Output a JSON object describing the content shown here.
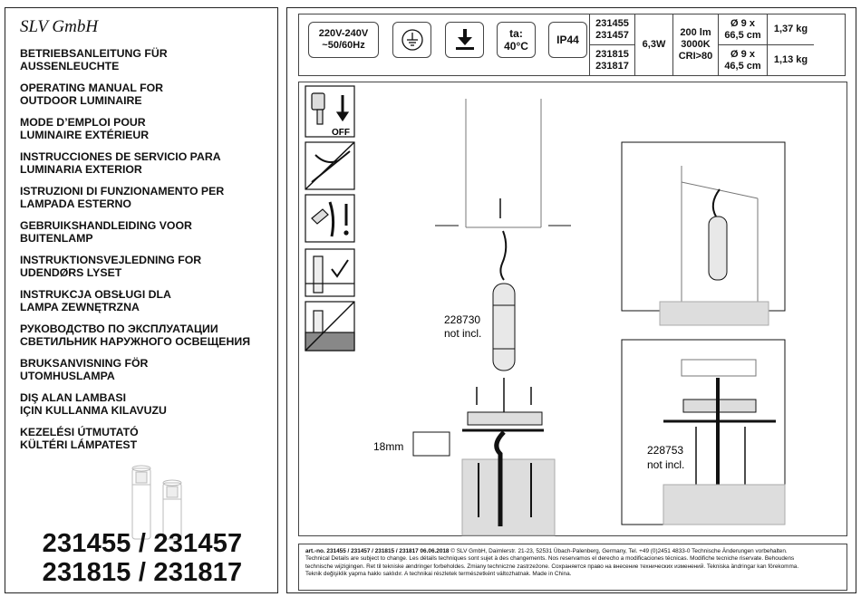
{
  "brand": "SLV GmbH",
  "manual_titles": [
    [
      "BETRIEBSANLEITUNG FÜR",
      "AUSSENLEUCHTE"
    ],
    [
      "OPERATING MANUAL FOR",
      "OUTDOOR LUMINAIRE"
    ],
    [
      "MODE D’EMPLOI POUR",
      "LUMINAIRE EXTÉRIEUR"
    ],
    [
      "INSTRUCCIONES DE SERVICIO PARA",
      "LUMINARIA EXTERIOR"
    ],
    [
      "ISTRUZIONI DI FUNZIONAMENTO PER",
      "LAMPADA ESTERNO"
    ],
    [
      "GEBRUIKSHANDLEIDING VOOR",
      "BUITENLAMP"
    ],
    [
      "INSTRUKTIONSVEJLEDNING FOR",
      "UDENDØRS LYSET"
    ],
    [
      "INSTRUKCJA OBSŁUGI DLA",
      "LAMPA ZEWNĘTRZNA"
    ],
    [
      "РУКОВОДСТВО ПО ЭКСПЛУАТАЦИИ",
      "СВЕТИЛЬНИК НАРУЖНОГО ОСВЕЩЕНИЯ"
    ],
    [
      "BRUKSANVISNING FÖR",
      "UTOMHUSLAMPA"
    ],
    [
      "DIŞ ALAN LAMBASI",
      "IÇIN KULLANMA KILAVUZU"
    ],
    [
      "KEZELÉSI ÚTMUTATÓ",
      "KÜLTÉRI LÁMPATEST"
    ]
  ],
  "article_numbers": [
    "231455 / 231457",
    "231815 / 231817"
  ],
  "specs": {
    "voltage": [
      "220V-240V",
      "~50/60Hz"
    ],
    "ta_label": "ta:",
    "ta_value": "40°C",
    "ip": "IP44",
    "article_groups": [
      [
        "231455",
        "231457"
      ],
      [
        "231815",
        "231817"
      ]
    ],
    "power": "6,3W",
    "light": [
      "200 lm",
      "3000K",
      "CRI>80"
    ],
    "dimensions": [
      [
        "Ø 9 x",
        "66,5 cm"
      ],
      [
        "Ø 9 x",
        "46,5 cm"
      ]
    ],
    "weights": [
      "1,37 kg",
      "1,13 kg"
    ],
    "icons": [
      "protective-earth-icon",
      "surface-mount-icon"
    ]
  },
  "steps": {
    "switch_label": "OFF",
    "parts": [
      {
        "number": "228730",
        "note": "not incl."
      },
      {
        "number": "228753",
        "note": "not incl."
      }
    ],
    "depth": "18mm"
  },
  "footer": {
    "line1_bold": "art.-no. 231455 / 231457 / 231815 / 231817",
    "line1_date": "06.06.2018",
    "line1_rest": "© SLV GmbH, Daimlerstr. 21-23, 52531 Übach-Palenberg, Germany, Tel. +49 (0)2451 4833-0   Technische Änderungen vorbehalten.",
    "line2": "Technical Details are subject to change. Les détails techniques sont sujet à des changements. Nos reservamos el derecho a modificaciones técnicas. Modifiche tecniche riservate. Behoudens",
    "line3": "technische wijzigingen. Ret til tekniske ændringer forbeholdes. Zmiany techniczne zastrzeżone. Сохраняется право на внесение технических изменений. Tekniska ändringar kan förekomma.",
    "line4": "Teknik değişiklik yapma hakkı saklıdır. A technikai részletek természetként változhatnak. Made in China."
  }
}
